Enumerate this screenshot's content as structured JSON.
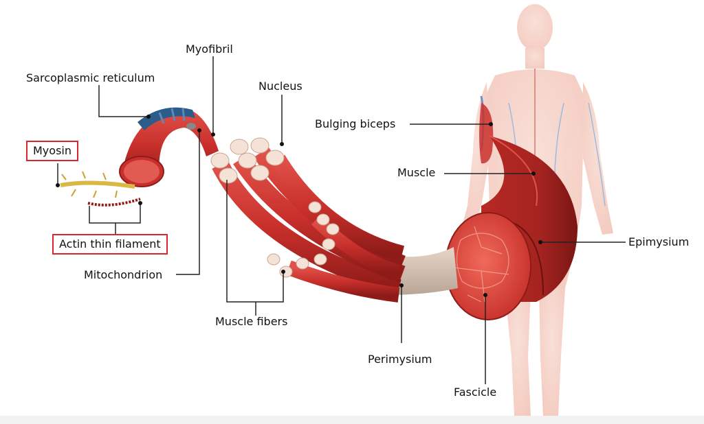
{
  "labels": {
    "myofibril": "Myofibril",
    "sarcoplasmic_reticulum": "Sarcoplasmic reticulum",
    "nucleus": "Nucleus",
    "myosin": "Myosin",
    "bulging_biceps": "Bulging biceps",
    "muscle": "Muscle",
    "actin_thin_filament": "Actin thin filament",
    "epimysium": "Epimysium",
    "mitochondrion": "Mitochondrion",
    "muscle_fibers": "Muscle fibers",
    "perimysium": "Perimysium",
    "fascicle": "Fascicle"
  },
  "colors": {
    "highlight_box": "#d7262e",
    "muscle_red": "#c9302c",
    "muscle_dark": "#8e1b18",
    "tendon": "#d9c7b8",
    "body_silhouette": "#f4c9bd",
    "reticulum_blue": "#2b5c8a",
    "myosin_yellow": "#d9b843"
  },
  "icons": [
    "human-body-silhouette",
    "muscle-fiber-illustration"
  ]
}
